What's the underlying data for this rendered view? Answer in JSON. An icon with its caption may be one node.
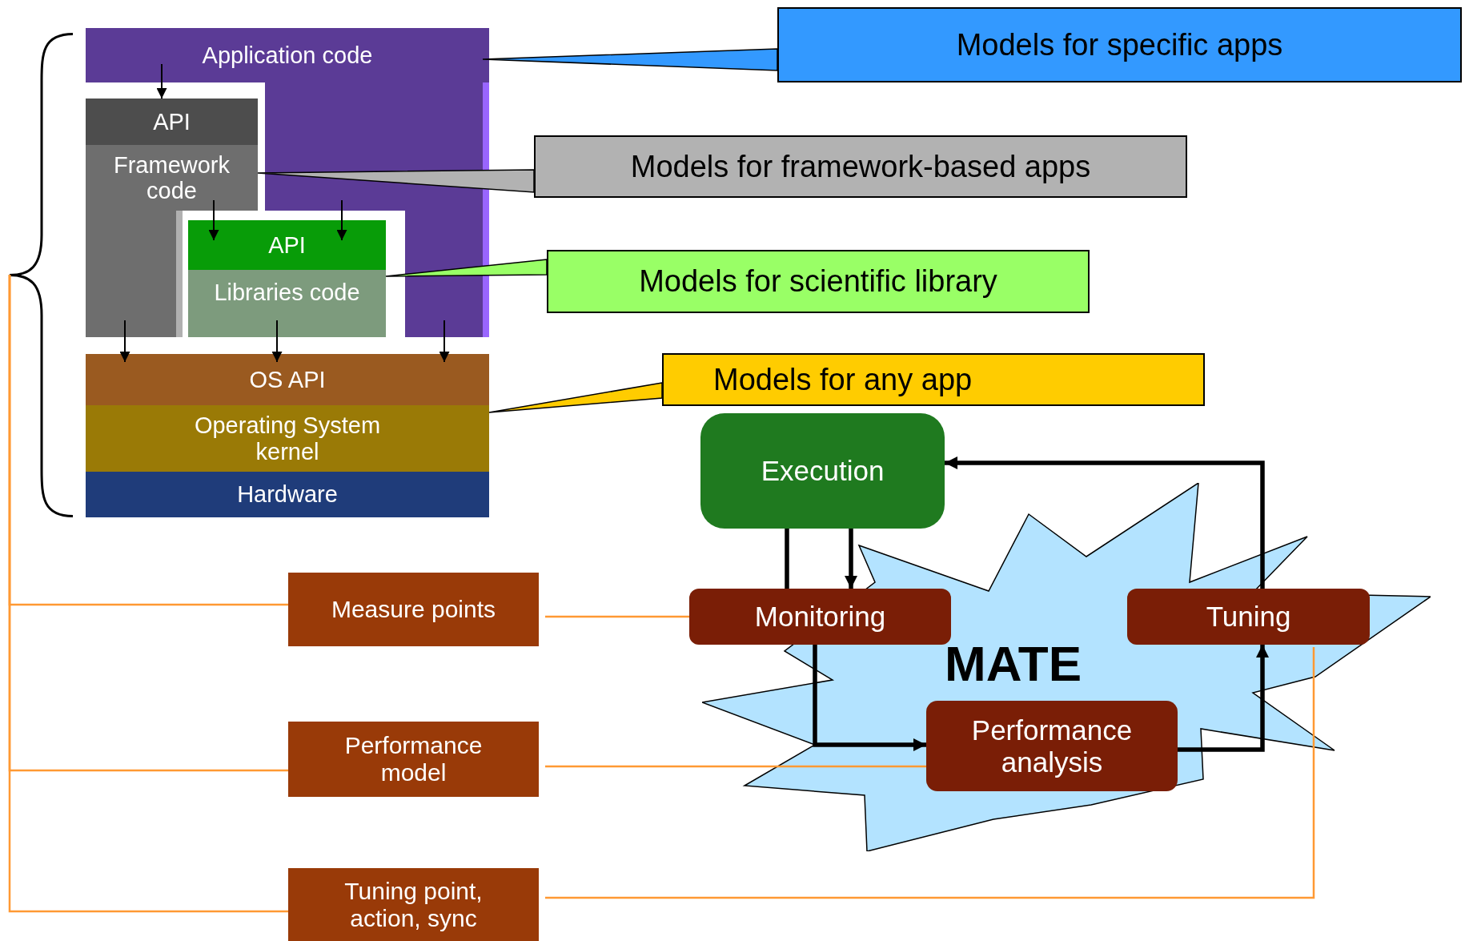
{
  "diagram": {
    "nodes": [
      {
        "text": [],
        "shape": "brace"
      },
      {
        "text": [
          "Application code"
        ]
      },
      {
        "text": [],
        "shape": "box"
      },
      {
        "text": [
          "API"
        ]
      },
      {
        "text": [
          "Framework code"
        ]
      },
      {
        "text": [
          "API"
        ]
      },
      {
        "text": [
          "Libraries code"
        ]
      },
      {
        "text": [
          "OS API"
        ]
      },
      {
        "text": [
          "Operating System kernel"
        ]
      },
      {
        "text": [
          "Hardware"
        ]
      },
      {
        "text": [
          "Models for specific apps"
        ]
      },
      {
        "text": [
          "Models for framework-based apps"
        ]
      },
      {
        "text": [
          "Models for scientific library"
        ]
      },
      {
        "text": [
          "Models for any app"
        ]
      },
      {
        "text": [
          "Execution"
        ]
      },
      {
        "text": [
          "Monitoring"
        ]
      },
      {
        "text": [
          "Tuning"
        ]
      },
      {
        "text": [
          "Performance analysis"
        ]
      },
      {
        "text": [
          "Measure points"
        ]
      },
      {
        "text": [
          "Performance model"
        ]
      },
      {
        "text": [
          "Tuning point, action, sync"
        ]
      }
    ],
    "edges": [
      {
        "from": 1,
        "to": 3,
        "arrow": "to"
      },
      {
        "from": 4,
        "to": 5,
        "arrow": "to"
      },
      {
        "from": 2,
        "to": 5,
        "arrow": "to"
      },
      {
        "from": 4,
        "to": 7,
        "arrow": "to"
      },
      {
        "from": 6,
        "to": 7,
        "arrow": "to"
      },
      {
        "from": 2,
        "to": 7,
        "arrow": "to"
      },
      {
        "from": 10,
        "to": 1,
        "arrow": "none"
      },
      {
        "from": 11,
        "to": 4,
        "arrow": "none"
      },
      {
        "from": 12,
        "to": 6,
        "arrow": "none"
      },
      {
        "from": 13,
        "to": 8,
        "arrow": "none"
      },
      {
        "from": 14,
        "to": 15,
        "arrow": "none",
        "style": "thick"
      },
      {
        "from": 14,
        "to": 15,
        "arrow": "to",
        "style": "thick"
      },
      {
        "from": 15,
        "to": 17,
        "arrow": "to",
        "style": "thick"
      },
      {
        "from": 17,
        "to": 16,
        "arrow": "to",
        "style": "thick"
      },
      {
        "from": 16,
        "to": 14,
        "arrow": "to",
        "style": "thick"
      },
      {
        "from": 0,
        "to": 18,
        "arrow": "none",
        "color": "#ff9933"
      },
      {
        "from": 0,
        "to": 19,
        "arrow": "none",
        "color": "#ff9933"
      },
      {
        "from": 0,
        "to": 20,
        "arrow": "none",
        "color": "#ff9933"
      },
      {
        "from": 18,
        "to": 15,
        "arrow": "none",
        "color": "#ff9933"
      },
      {
        "from": 19,
        "to": 17,
        "arrow": "none",
        "color": "#ff9933"
      },
      {
        "from": 20,
        "to": 16,
        "arrow": "none",
        "color": "#ff9933"
      }
    ],
    "labels": [
      "MATE"
    ]
  }
}
